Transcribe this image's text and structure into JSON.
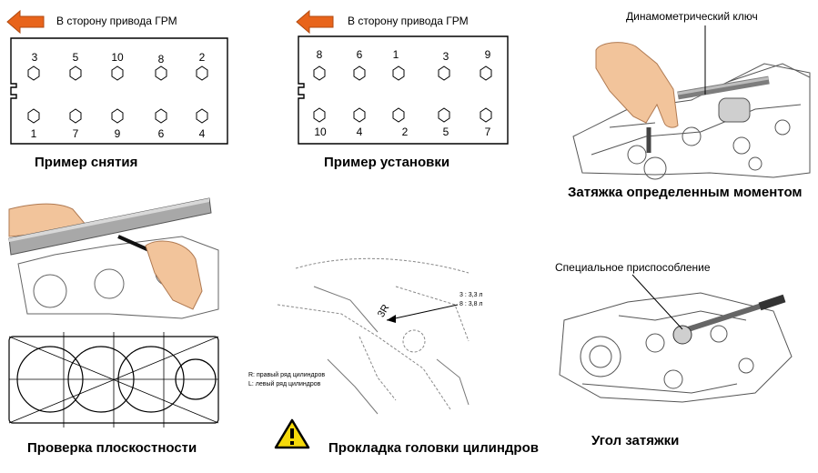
{
  "removal": {
    "direction_label": "В сторону привода ГРМ",
    "top_row": [
      "3",
      "5",
      "10",
      "8",
      "2"
    ],
    "bottom_row": [
      "1",
      "7",
      "9",
      "6",
      "4"
    ],
    "caption": "Пример снятия"
  },
  "install": {
    "direction_label": "В сторону привода ГРМ",
    "top_row": [
      "8",
      "6",
      "1",
      "3",
      "9"
    ],
    "bottom_row": [
      "10",
      "4",
      "2",
      "5",
      "7"
    ],
    "caption": "Пример установки"
  },
  "torque": {
    "tool_label": "Динамометрический ключ",
    "caption": "Затяжка определенным моментом"
  },
  "flatness": {
    "caption": "Проверка плоскостности"
  },
  "gasket": {
    "mark_text": "3R",
    "thickness_line_1": "3 : 3,3 л",
    "thickness_line_2": "8 : 3,8 л",
    "legend_r": "R: правый ряд цилиндров",
    "legend_l": "L: левый ряд цилиндров",
    "caption": "Прокладка головки цилиндров",
    "warning_icon": "warning-triangle-icon"
  },
  "angle": {
    "tool_label": "Специальное приспособление",
    "caption": "Угол затяжки"
  },
  "colors": {
    "arrow": "#e8641b",
    "warning": "#f5d90a"
  }
}
